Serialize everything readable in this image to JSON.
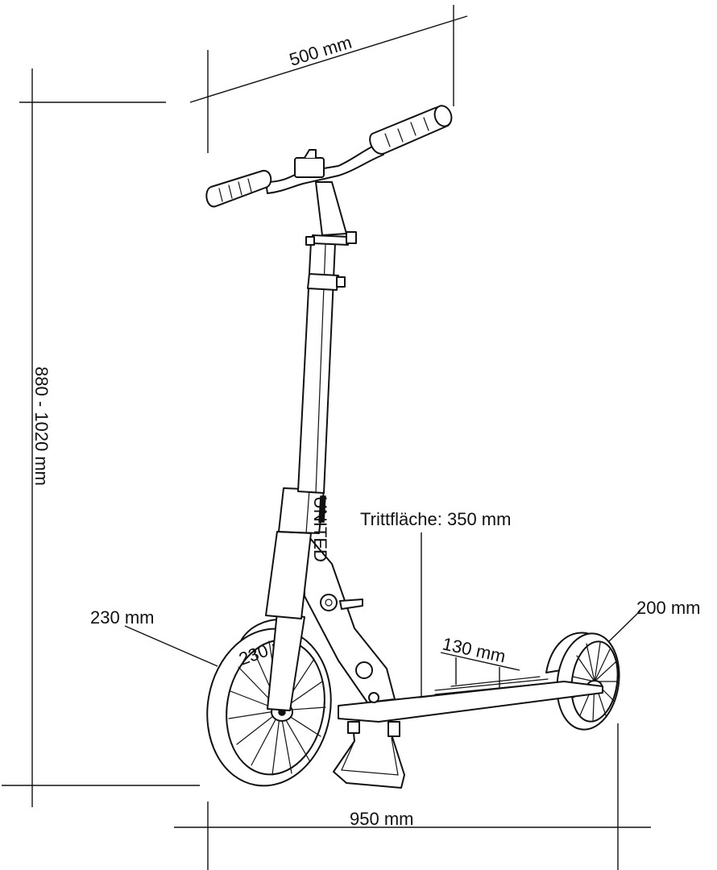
{
  "labels": {
    "handlebar_width": "500 mm",
    "height_range": "880 - 1020 mm",
    "deck_length": "Trittfläche: 350 mm",
    "front_wheel": "230 mm",
    "rear_wheel": "200 mm",
    "deck_width": "130 mm",
    "total_length": "950 mm"
  },
  "stem_print": "UNITED",
  "front_tire_print": "230 mm"
}
